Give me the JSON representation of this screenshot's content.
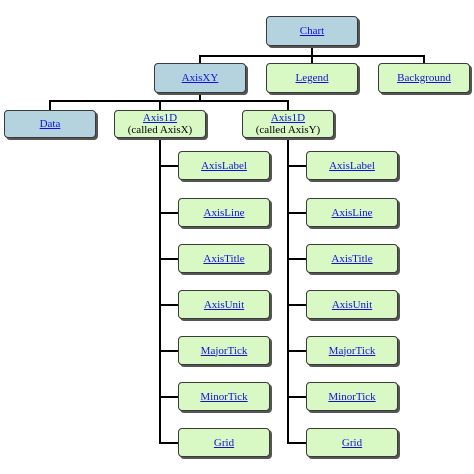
{
  "chart": {
    "label": "Chart"
  },
  "level1": [
    {
      "label": "AxisXY"
    },
    {
      "label": "Legend"
    },
    {
      "label": "Background"
    }
  ],
  "level2": [
    {
      "label": "Data"
    },
    {
      "label": "Axis1D",
      "sub": "(called AxisX)"
    },
    {
      "label": "Axis1D",
      "sub": "(called AxisY)"
    }
  ],
  "axis_children": {
    "x": [
      "AxisLabel",
      "AxisLine",
      "AxisTitle",
      "AxisUnit",
      "MajorTick",
      "MinorTick",
      "Grid"
    ],
    "y": [
      "AxisLabel",
      "AxisLine",
      "AxisTitle",
      "AxisUnit",
      "MajorTick",
      "MinorTick",
      "Grid"
    ]
  },
  "colors": {
    "blue_node": "#b5d3df",
    "green_node": "#d8f8c4",
    "link": "#1010e0",
    "line": "#000000"
  }
}
